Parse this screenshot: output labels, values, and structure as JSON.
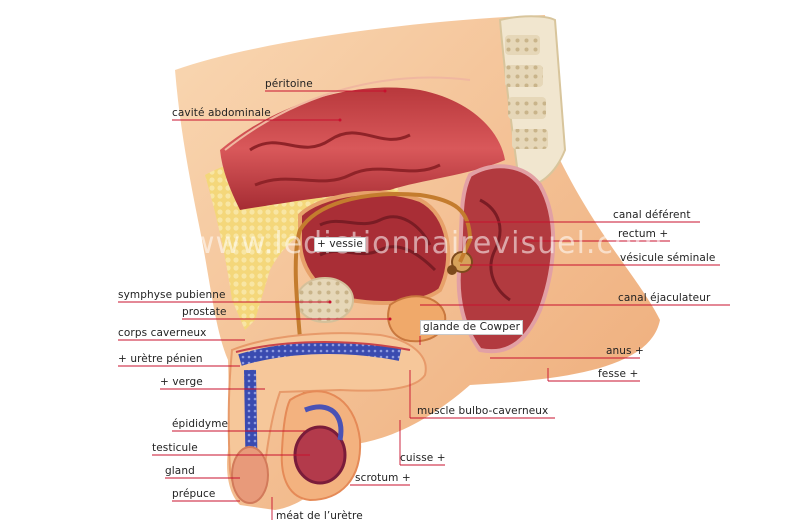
{
  "watermark": "www.ledictionnairevisuel.com",
  "colors": {
    "leader_line": "#c8102e",
    "skin": "#f6c79a",
    "fat": "#f2d36b",
    "muscle": "#c9444a",
    "bone": "#e9dcc0",
    "urethra": "#3344a0"
  },
  "labels": {
    "peritoine": "péritoine",
    "cavite_abdominale": "cavité abdominale",
    "vessie": "+ vessie",
    "symphyse_pubienne": "symphyse pubienne",
    "prostate": "prostate",
    "corps_caverneux": "corps caverneux",
    "uretre_penien": "+ urètre pénien",
    "verge": "+ verge",
    "epididyme": "épididyme",
    "testicule": "testicule",
    "gland": "gland",
    "prepuce": "prépuce",
    "meat": "méat de l’urètre",
    "scrotum": "scrotum +",
    "cuisse": "cuisse +",
    "muscle_bulbo": "muscle bulbo-caverneux",
    "glande_cowper": "glande de Cowper",
    "fesse": "fesse +",
    "anus": "anus +",
    "canal_ejaculateur": "canal éjaculateur",
    "vesicule_seminale": "vésicule séminale",
    "rectum": "rectum +",
    "canal_deferent": "canal déférent"
  }
}
